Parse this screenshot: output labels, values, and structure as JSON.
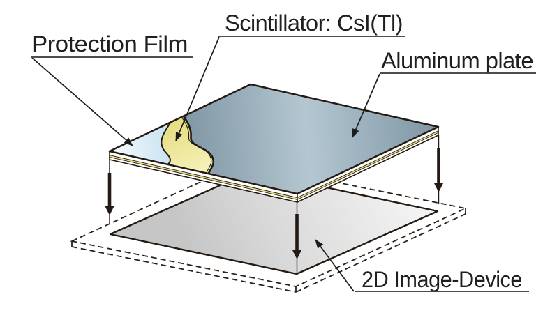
{
  "diagram": {
    "title_hint": "Scintillator plate over 2D image device (exploded view)",
    "labels": {
      "protection_film": "Protection Film",
      "scintillator": "Scintillator: CsI(Tl)",
      "aluminum_plate": "Aluminum plate",
      "image_device": "2D Image-Device"
    },
    "colors": {
      "background": "#ffffff",
      "outline": "#241a12",
      "text": "#1f1f1f",
      "underline": "#4d4d4d",
      "aluminum_dark": "#7b92a1",
      "aluminum_highlight": "#b4c7d1",
      "scintillator_yellow": "#efe9a0",
      "scintillator_edge_stripe": "#e6de86",
      "protection_film_blue": "#cde5f3",
      "device_gray_light": "#f2f2f2",
      "device_gray_dark": "#c6c6c6"
    }
  }
}
